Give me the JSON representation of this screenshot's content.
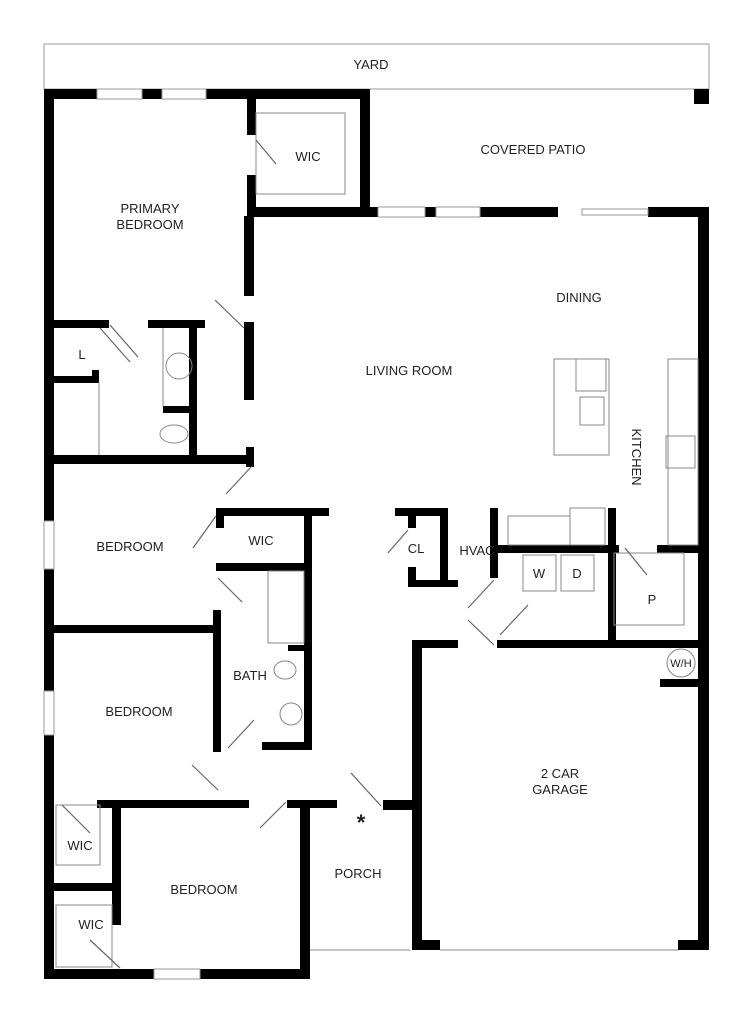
{
  "plan": {
    "rooms": {
      "yard": "YARD",
      "wic_primary": "WIC",
      "covered_patio": "COVERED PATIO",
      "primary_bedroom_1": "PRIMARY",
      "primary_bedroom_2": "BEDROOM",
      "dining": "DINING",
      "linen": "L",
      "living_room": "LIVING ROOM",
      "kitchen": "KITCHEN",
      "bedroom_1": "BEDROOM",
      "wic_hall": "WIC",
      "closet": "CL",
      "hvac": "HVAC",
      "washer": "W",
      "dryer": "D",
      "pantry": "P",
      "water_heater": "W/H",
      "bath": "BATH",
      "bedroom_2": "BEDROOM",
      "garage_1": "2 CAR",
      "garage_2": "GARAGE",
      "wic_bl_1": "WIC",
      "porch": "PORCH",
      "entry_marker": "*",
      "bedroom_3": "BEDROOM",
      "wic_bl_2": "WIC"
    }
  }
}
